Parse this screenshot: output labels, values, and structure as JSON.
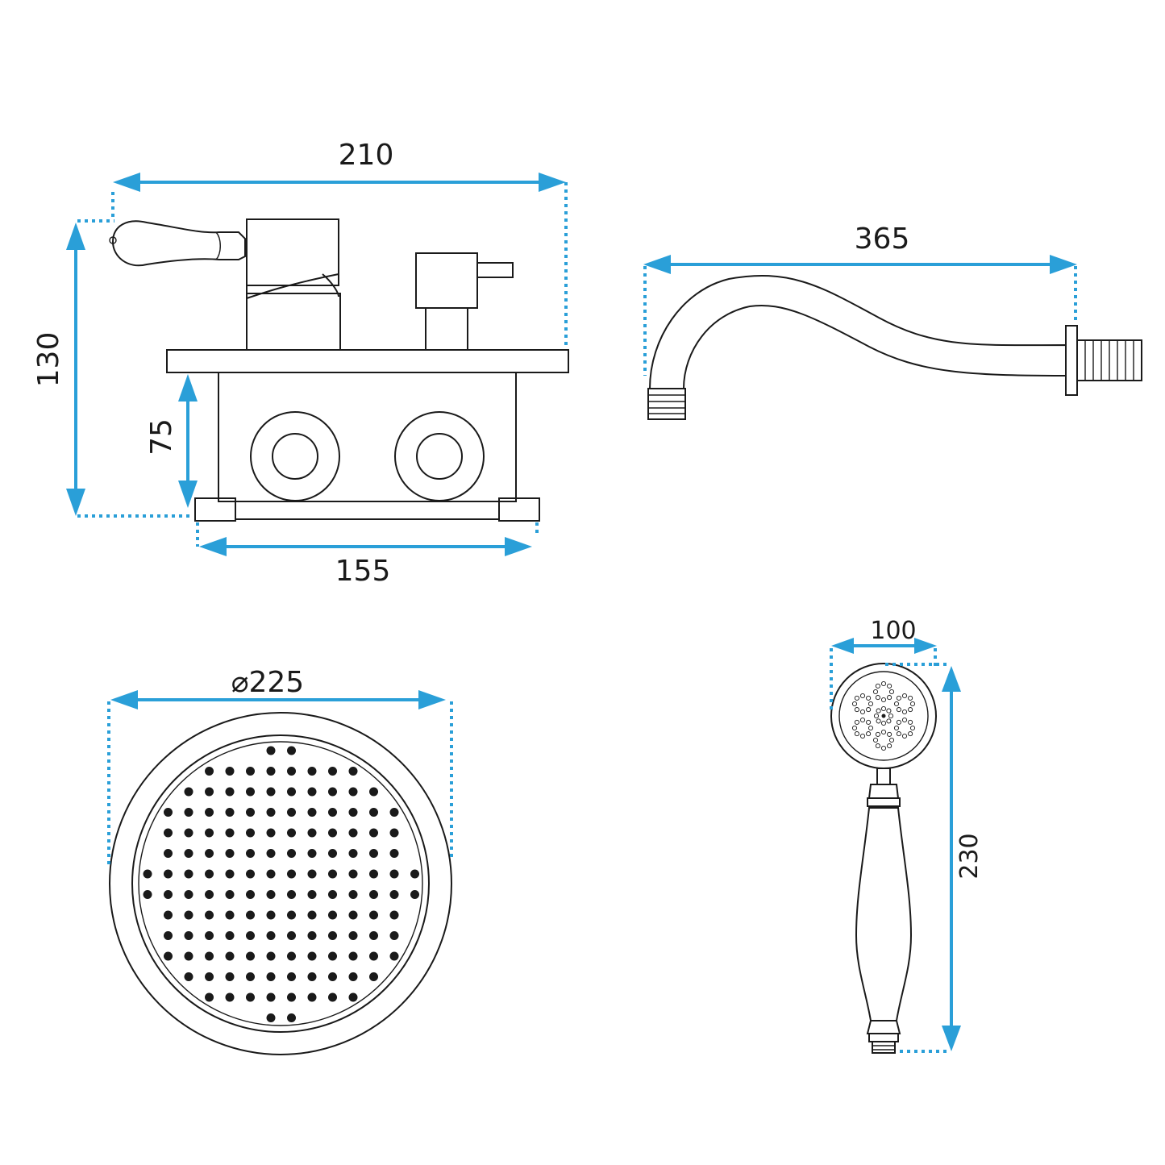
{
  "colors": {
    "dimension": "#2a9fd8",
    "outline": "#1a1a1a",
    "background": "#ffffff"
  },
  "mixer": {
    "width_label": "210",
    "height_label": "130",
    "box_height_label": "75",
    "box_width_label": "155"
  },
  "spout": {
    "length_label": "365"
  },
  "shower_head": {
    "diameter_label": "⌀225"
  },
  "hand_shower": {
    "head_width_label": "100",
    "length_label": "230"
  }
}
